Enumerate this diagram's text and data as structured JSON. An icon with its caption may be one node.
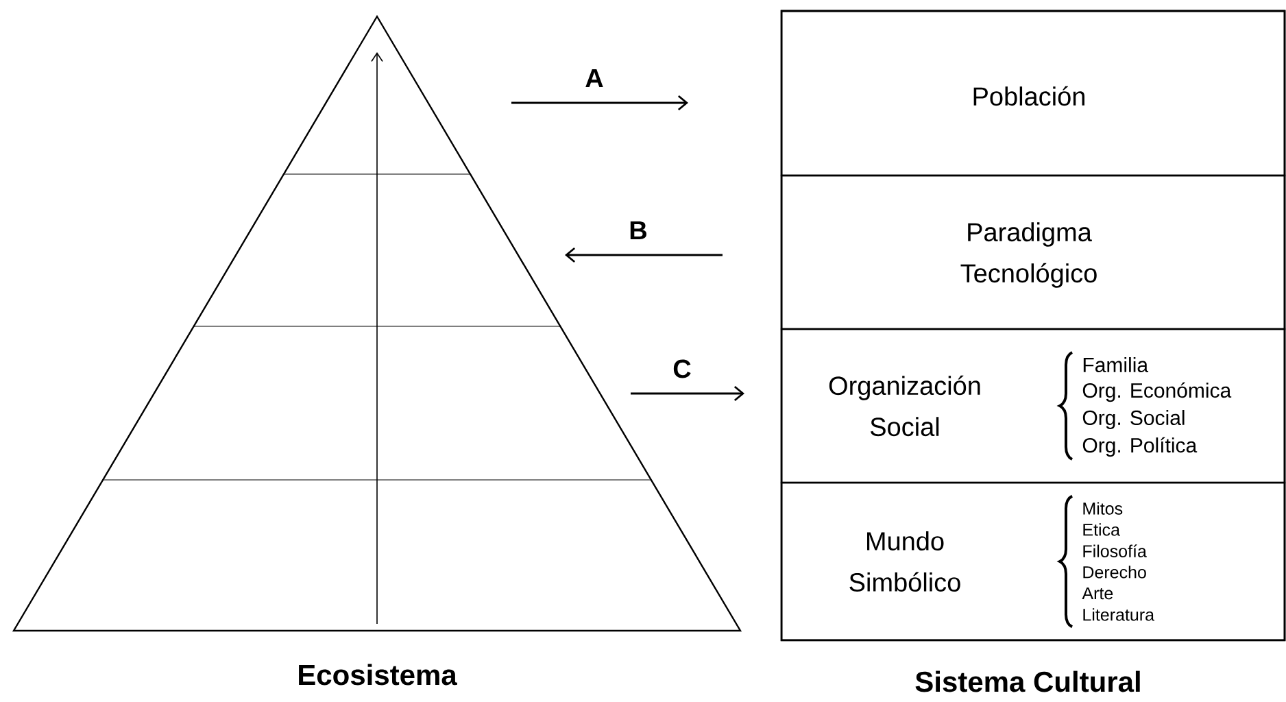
{
  "diagram": {
    "nodes": [
      {
        "text": [
          "Ecosistema"
        ]
      },
      {
        "text": [
          "Sistema Cultural"
        ]
      },
      {
        "text": [
          "Población"
        ],
        "in": 1
      },
      {
        "text": [
          "Paradigma Tecnológico"
        ],
        "in": 1
      },
      {
        "text": [
          "Organización Social",
          "Familia",
          "Org. Económica",
          "Org. Social",
          "Org. Política"
        ],
        "in": 1
      },
      {
        "text": [
          "Mundo Simbólico",
          "Mitos",
          "Etica",
          "Filosofía",
          "Derecho",
          "Arte",
          "Literatura"
        ],
        "in": 1
      }
    ],
    "labels": [
      "A",
      "B",
      "C"
    ]
  }
}
